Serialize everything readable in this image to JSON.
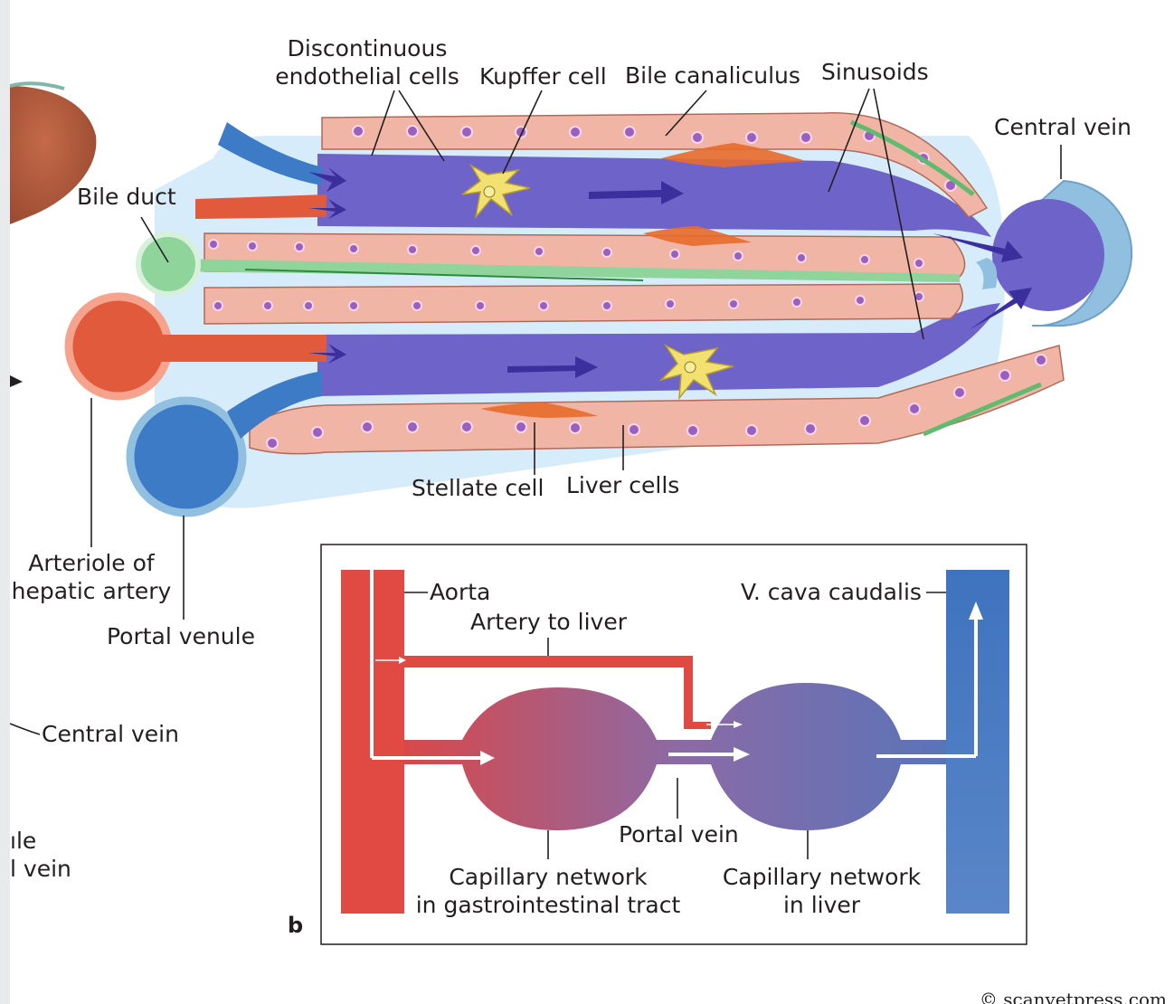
{
  "figure_a": {
    "labels": {
      "discontinuous_endothelial": [
        "Discontinuous",
        "endothelial cells"
      ],
      "kupffer_cell": "Kupffer cell",
      "bile_canaliculus": "Bile canaliculus",
      "sinusoids": "Sinusoids",
      "central_vein": "Central vein",
      "bile_duct": "Bile duct",
      "stellate_cell": "Stellate cell",
      "liver_cells": "Liver cells",
      "arteriole": [
        "Arteriole of",
        "hepatic artery"
      ],
      "portal_venule": "Portal venule"
    }
  },
  "left_fragment": {
    "central_vein": "Central vein",
    "partial_line1": "ıle",
    "partial_line2": "l vein"
  },
  "figure_b": {
    "panel_letter": "b",
    "labels": {
      "aorta": "Aorta",
      "artery_to_liver": "Artery to liver",
      "vena_cava": "V. cava caudalis",
      "portal_vein": "Portal vein",
      "gi_network": [
        "Capillary network",
        "in gastrointestinal tract"
      ],
      "liver_network": [
        "Capillary network",
        "in liver"
      ]
    }
  },
  "copyright": "© scanvetpress.com",
  "colors": {
    "artery_red": "#e04a43",
    "vein_blue": "#4a80c4",
    "sinusoid_purple": "#6e63c9",
    "bile_green": "#8fd49a",
    "hepatocyte": "#f0b5a4",
    "nucleus": "#9b5fc0"
  }
}
